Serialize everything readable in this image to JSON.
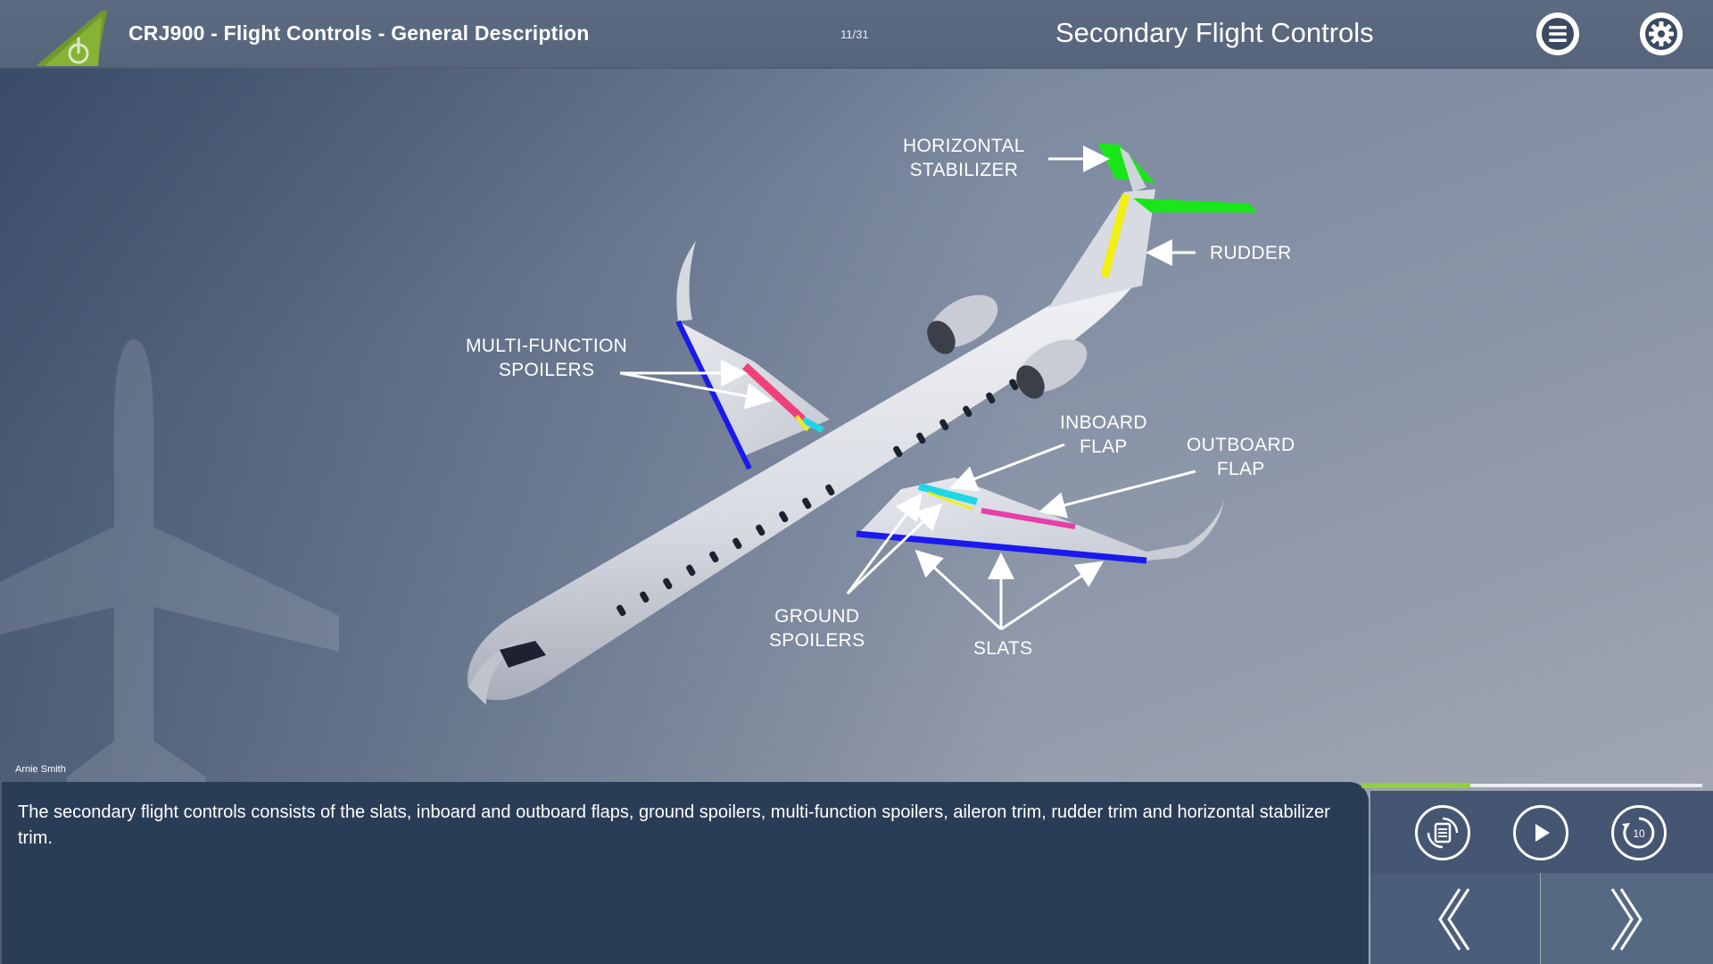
{
  "header": {
    "course_title": "CRJ900 - Flight Controls - General Description",
    "page_counter": "11/31",
    "section_title": "Secondary Flight Controls",
    "menu_icon": "menu-icon",
    "settings_icon": "gear-icon"
  },
  "diagram": {
    "labels": {
      "horizontal_stabilizer": [
        "HORIZONTAL",
        "STABILIZER"
      ],
      "rudder": "RUDDER",
      "multi_function_spoilers": [
        "MULTI-FUNCTION",
        "SPOILERS"
      ],
      "inboard_flap": [
        "INBOARD",
        "FLAP"
      ],
      "outboard_flap": [
        "OUTBOARD",
        "FLAP"
      ],
      "ground_spoilers": [
        "GROUND",
        "SPOILERS"
      ],
      "slats": "SLATS"
    },
    "colors": {
      "horizontal_stabilizer": "#19e619",
      "rudder": "#f2ee10",
      "slats": "#1a1aef",
      "multi_function_spoilers": "#f0407a",
      "inboard_flap": "#1fd6e6",
      "outboard_flap": "#e53fa8"
    }
  },
  "author": "Arnie Smith",
  "narration": "The secondary flight controls consists of the slats, inboard and outboard flaps, ground spoilers, multi-function spoilers, aileron trim, rudder trim and horizontal stabilizer trim.",
  "player": {
    "progress": 0.32,
    "progress_color": "#8fd13f",
    "transcript_icon": "transcript-icon",
    "play_icon": "play-icon",
    "replay_icon": "replay-10-icon",
    "replay_label": "10",
    "prev_icon": "chevron-left-double-icon",
    "next_icon": "chevron-right-double-icon"
  }
}
